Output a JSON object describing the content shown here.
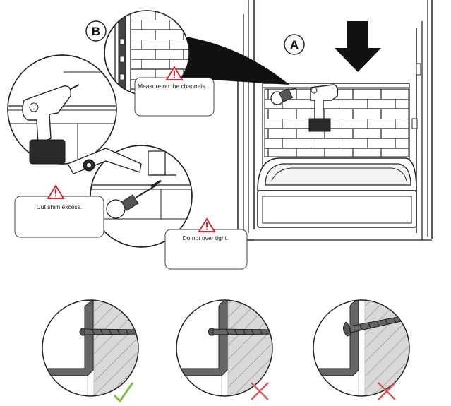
{
  "callouts": {
    "a": "A",
    "b": "B"
  },
  "notes": {
    "measure": "Measure on the channels",
    "shim": "Cut shim excess.",
    "tight": "Do not over tight."
  },
  "screw_examples": [
    {
      "result": "correct",
      "mark": "check-icon",
      "color": "#7cc142"
    },
    {
      "result": "incorrect",
      "mark": "cross-icon",
      "color": "#e0565f"
    },
    {
      "result": "incorrect",
      "mark": "cross-icon",
      "color": "#e0565f"
    }
  ]
}
